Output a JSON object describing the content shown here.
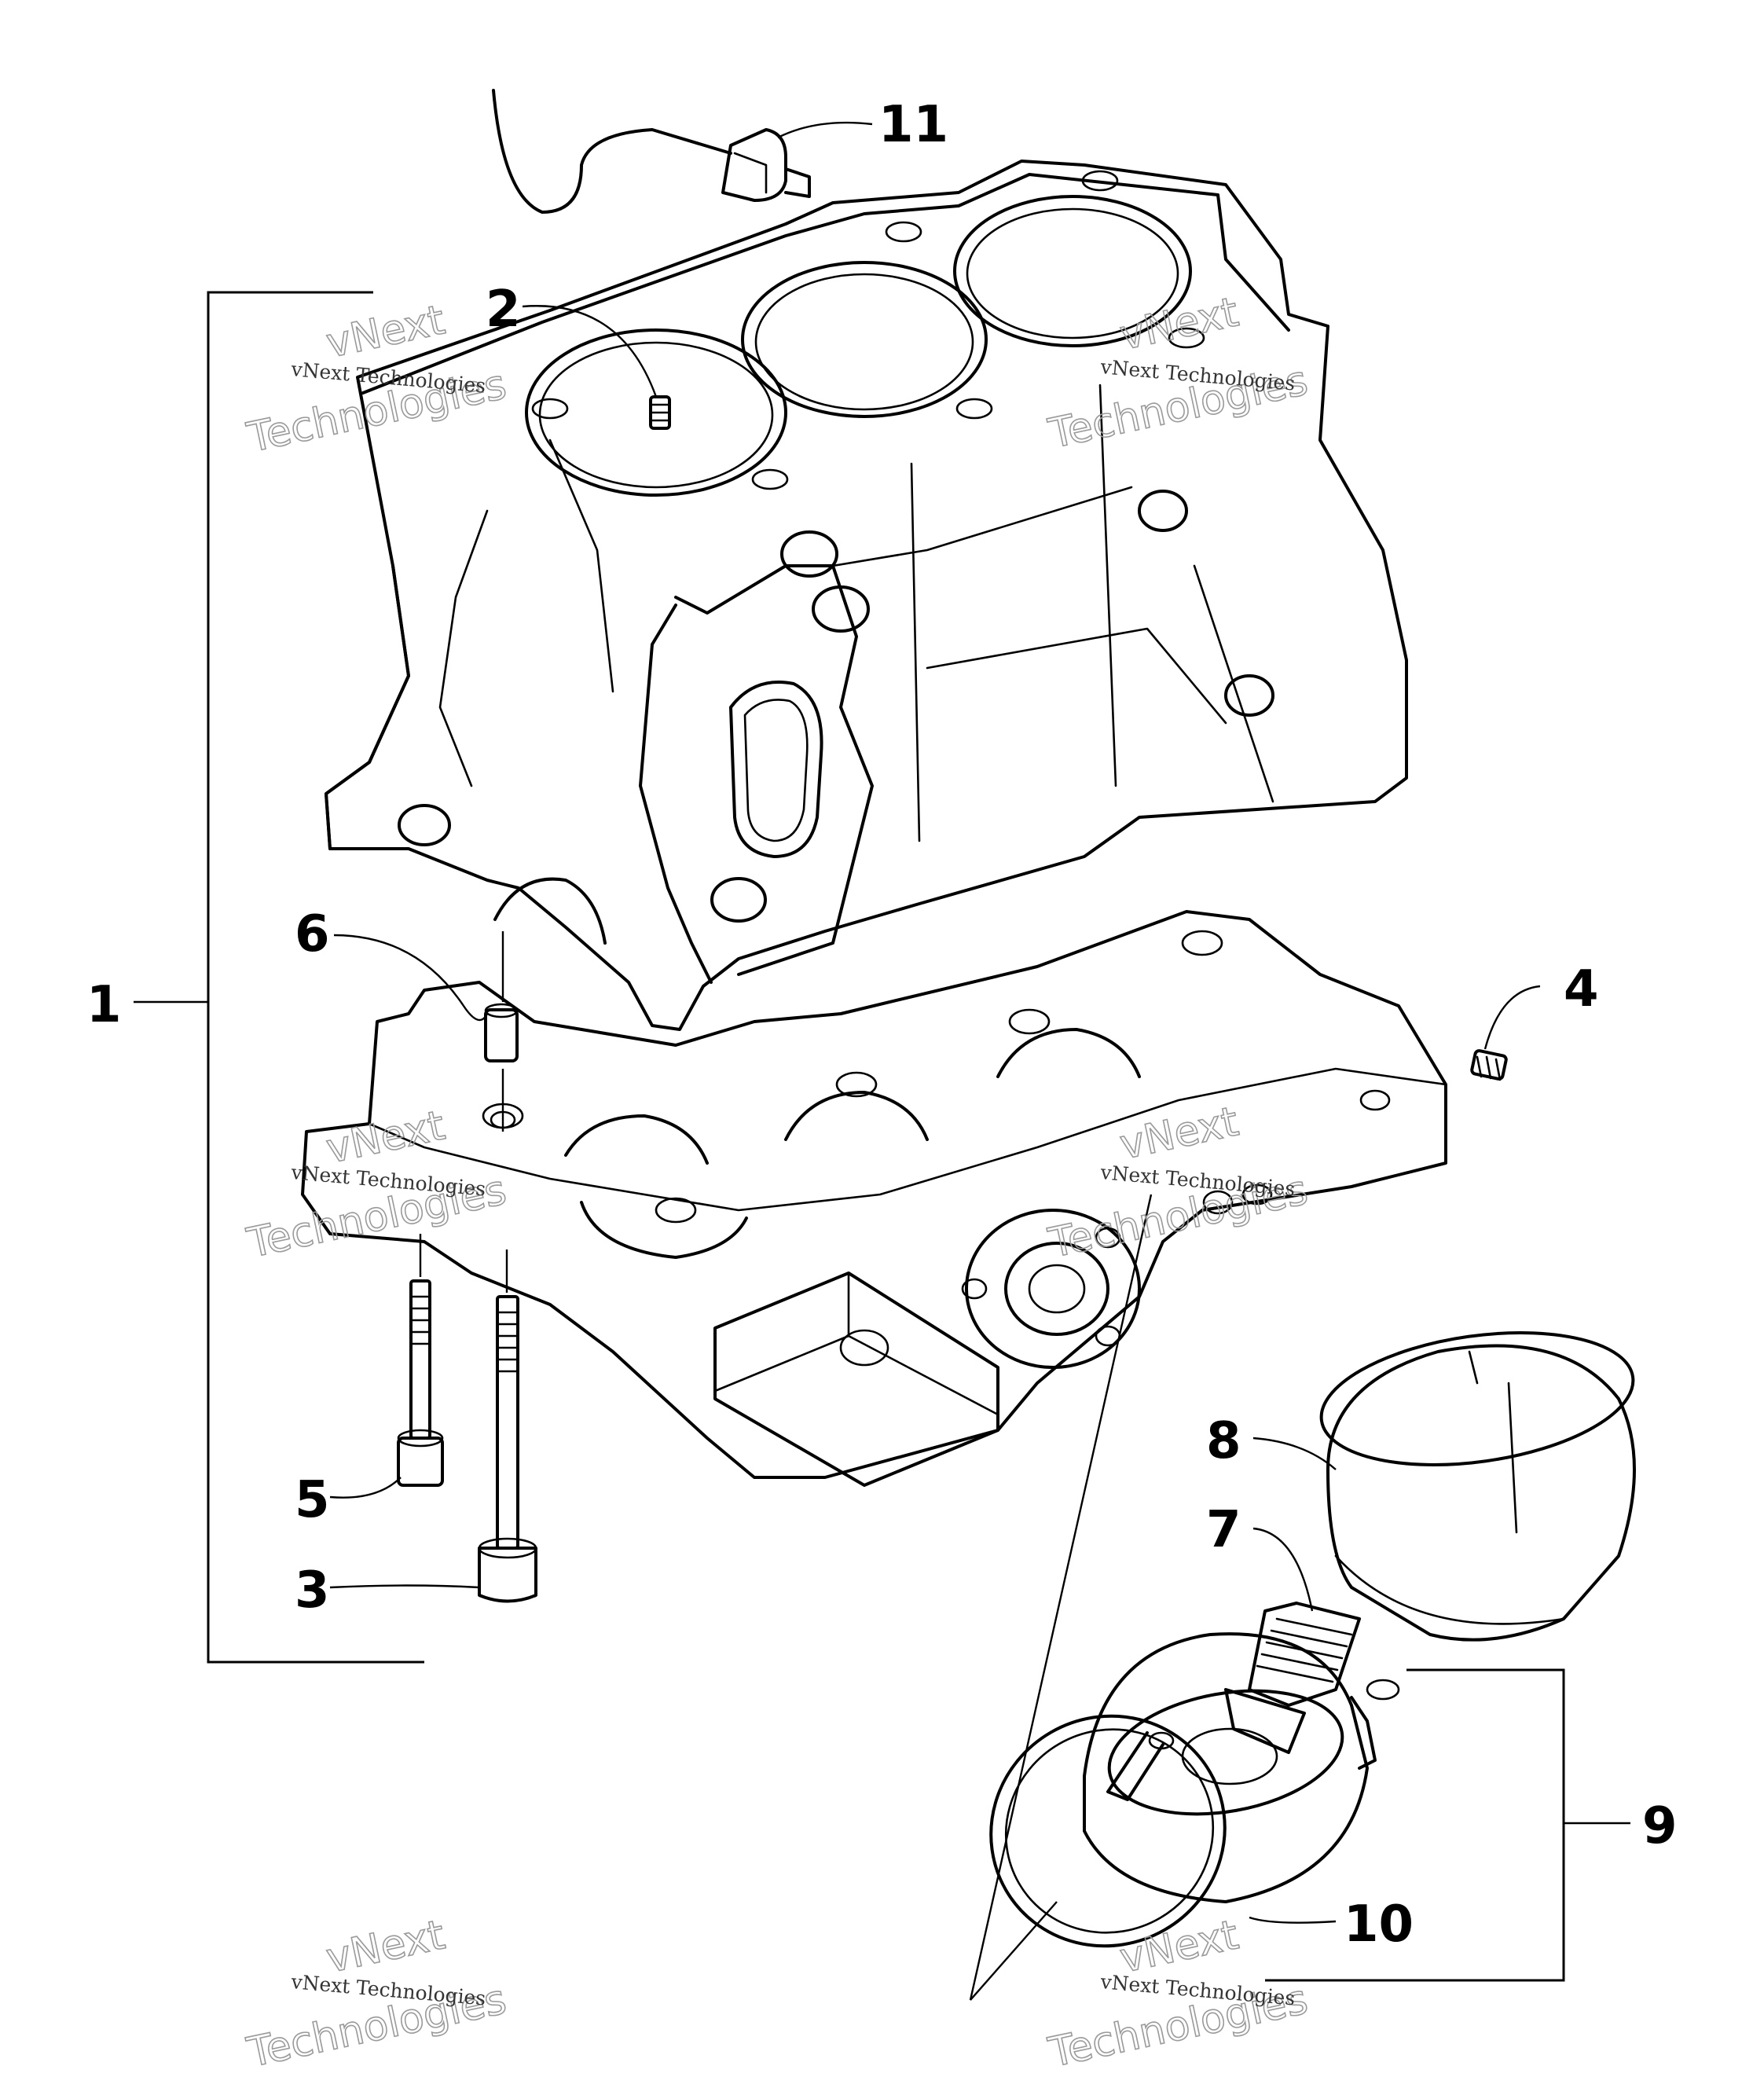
{
  "callouts": {
    "c1": "1",
    "c2": "2",
    "c3": "3",
    "c4": "4",
    "c5": "5",
    "c6": "6",
    "c7": "7",
    "c8": "8",
    "c9": "9",
    "c10": "10",
    "c11": "11"
  },
  "watermark": {
    "line1": "vNext",
    "line2": "Technologies",
    "full": "vNext Technologies"
  }
}
